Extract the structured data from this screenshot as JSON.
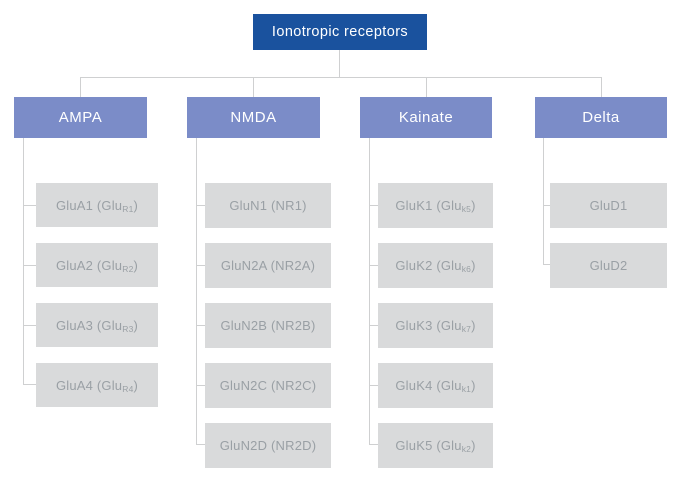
{
  "title": "Ionotropic receptors",
  "colors": {
    "root_fill": "#1a529e",
    "branch_fill": "#7b8cc8",
    "leaf_fill": "#d9dadb",
    "leaf_text": "#9aa0a5",
    "line": "#cfd0d1"
  },
  "columns": [
    {
      "header": "AMPA",
      "children": [
        {
          "pre": "GluA1 (Glu",
          "sub": "R1",
          "post": ")"
        },
        {
          "pre": "GluA2 (Glu",
          "sub": "R2",
          "post": ")"
        },
        {
          "pre": "GluA3 (Glu",
          "sub": "R3",
          "post": ")"
        },
        {
          "pre": "GluA4 (Glu",
          "sub": "R4",
          "post": ")"
        }
      ]
    },
    {
      "header": "NMDA",
      "children": [
        {
          "pre": "GluN1 (NR1)",
          "sub": "",
          "post": ""
        },
        {
          "pre": "GluN2A (NR2A)",
          "sub": "",
          "post": ""
        },
        {
          "pre": "GluN2B (NR2B)",
          "sub": "",
          "post": ""
        },
        {
          "pre": "GluN2C (NR2C)",
          "sub": "",
          "post": ""
        },
        {
          "pre": "GluN2D (NR2D)",
          "sub": "",
          "post": ""
        }
      ]
    },
    {
      "header": "Kainate",
      "children": [
        {
          "pre": "GluK1 (Glu",
          "sub": "k5",
          "post": ")"
        },
        {
          "pre": "GluK2 (Glu",
          "sub": "k6",
          "post": ")"
        },
        {
          "pre": "GluK3 (Glu",
          "sub": "k7",
          "post": ")"
        },
        {
          "pre": "GluK4 (Glu",
          "sub": "k1",
          "post": ")"
        },
        {
          "pre": "GluK5 (Glu",
          "sub": "k2",
          "post": ")"
        }
      ]
    },
    {
      "header": "Delta",
      "children": [
        {
          "pre": "GluD1",
          "sub": "",
          "post": ""
        },
        {
          "pre": "GluD2",
          "sub": "",
          "post": ""
        }
      ]
    }
  ]
}
